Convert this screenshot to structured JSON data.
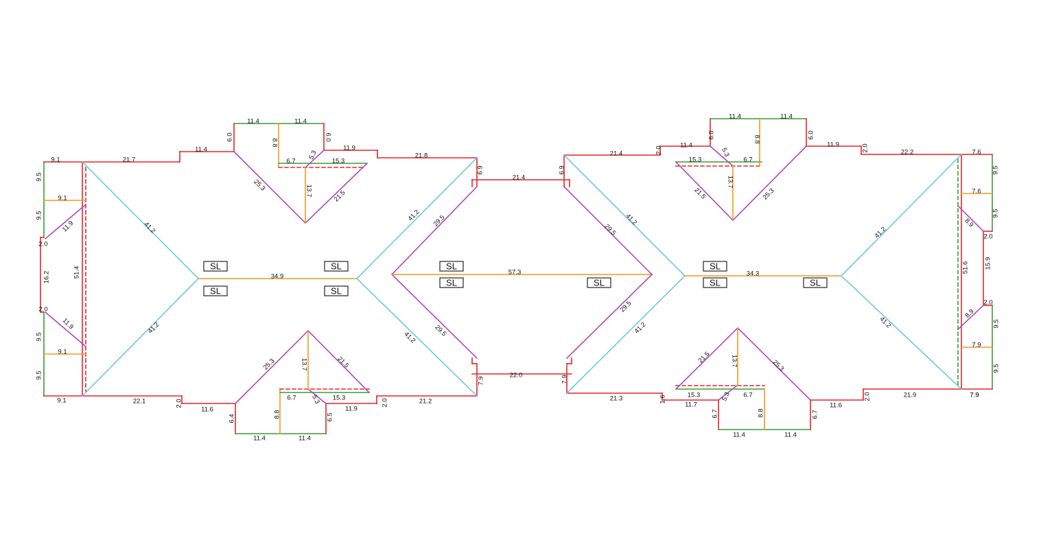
{
  "colors": {
    "eave": "#e8232a",
    "ridge": "#f29a1c",
    "hip": "#6ec6e6",
    "valley": "#b046b8",
    "rake": "#3a9a34",
    "text": "#111111"
  },
  "legend_labels": {
    "sl": "SL"
  },
  "dimensions": {
    "l_t1": "9.1",
    "l_t2": "21.7",
    "l_t3": "11.4",
    "l_t4": "6.0",
    "l_t5": "11.4",
    "l_t6": "11.4",
    "l_t7": "8.8",
    "l_t8": "6.7",
    "l_t9": "5.3",
    "l_t10": "15.3",
    "l_t11": "6.0",
    "l_t12": "11.9",
    "l_t13": "21.8",
    "l_t14": "25.3",
    "l_t15": "13.7",
    "l_t16": "21.5",
    "l_t17": "6.9",
    "l_s1": "9.5",
    "l_s2": "9.1",
    "l_s3": "9.5",
    "l_s4": "11.9",
    "l_s5": "2.0",
    "l_s6": "16.2",
    "l_s7": "51.4",
    "l_s8": "2.0",
    "l_s9": "11.9",
    "l_s10": "9.5",
    "l_s11": "9.1",
    "l_s12": "9.5",
    "l_s13": "9.1",
    "l_h1": "41.2",
    "l_h2": "41.2",
    "l_h3": "41.2",
    "l_h4": "41.2",
    "l_r1": "34.9",
    "l_b1": "22.1",
    "l_b2": "2.0",
    "l_b3": "11.6",
    "l_b4": "6.4",
    "l_b5": "11.4",
    "l_b6": "11.4",
    "l_b7": "8.8",
    "l_b8": "6.7",
    "l_b9": "5.3",
    "l_b10": "15.3",
    "l_b11": "6.5",
    "l_b12": "11.9",
    "l_b13": "2.0",
    "l_b14": "21.2",
    "l_b15": "7.9",
    "l_b16": "25.3",
    "l_b17": "13.7",
    "l_b18": "21.5",
    "m_t": "21.4",
    "m_b": "22.0",
    "m_r": "57.3",
    "m_v1": "29.5",
    "m_v2": "29.5",
    "m_v3": "29.5",
    "m_v4": "29.5",
    "m_e1": "6.9",
    "m_e2": "7.9",
    "r_t1": "21.4",
    "r_t2": "2.0",
    "r_t3": "11.4",
    "r_t4": "6.0",
    "r_t5": "11.4",
    "r_t6": "11.4",
    "r_t7": "5.3",
    "r_t8": "8.8",
    "r_t9": "15.3",
    "r_t10": "6.7",
    "r_t11": "6.0",
    "r_t12": "11.9",
    "r_t13": "2.0",
    "r_t14": "22.2",
    "r_t15": "7.6",
    "r_t16": "21.5",
    "r_t17": "13.7",
    "r_t18": "25.3",
    "r_h1": "41.2",
    "r_h2": "41.2",
    "r_h3": "41.2",
    "r_h4": "41.2",
    "r_r1": "34.3",
    "r_s1": "9.5",
    "r_s2": "7.6",
    "r_s3": "9.5",
    "r_s4": "8.9",
    "r_s5": "2.0",
    "r_s6": "51.6",
    "r_s7": "15.9",
    "r_s8": "2.0",
    "r_s9": "8.9",
    "r_s10": "9.5",
    "r_s11": "7.9",
    "r_s12": "9.5",
    "r_s13": "7.9",
    "r_b1": "21.3",
    "r_b2": "1.6",
    "r_b3": "11.7",
    "r_b4": "6.7",
    "r_b5": "11.4",
    "r_b6": "11.4",
    "r_b7": "8.8",
    "r_b8": "15.3",
    "r_b9": "5.3",
    "r_b10": "6.7",
    "r_b11": "6.7",
    "r_b12": "11.6",
    "r_b13": "2.0",
    "r_b14": "21.9",
    "r_b15": "7.9",
    "r_b16": "21.5",
    "r_b17": "13.7",
    "r_b18": "25.3"
  }
}
